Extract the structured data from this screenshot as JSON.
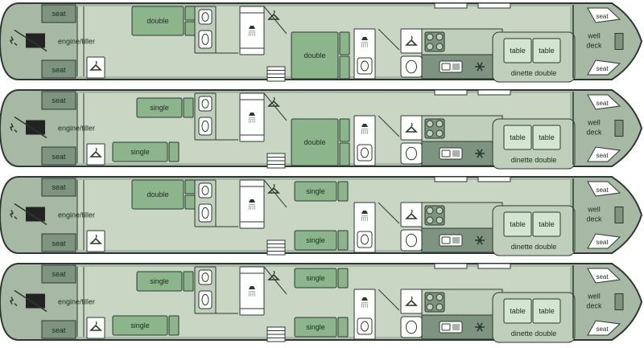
{
  "colors": {
    "hull": "#a7b9a4",
    "hull_dark": "#7f9480",
    "outline": "#2c3a30",
    "bed": "#8cb58c",
    "table": "#d4e6cf",
    "white": "#ffffff",
    "galley": "#bfcfbc",
    "floor": "#c9d6c4"
  },
  "labels": {
    "seat": "seat",
    "engine": "engine/tiller",
    "double": "double",
    "single": "single",
    "table": "table",
    "dinette": "dinette double",
    "well_deck_1": "well",
    "well_deck_2": "deck"
  },
  "icons": [
    "hanger-icon",
    "shower-icon",
    "toilet-icon",
    "basin-icon",
    "hob-icon",
    "sink-icon",
    "fridge-snowflake-icon",
    "steps-icon",
    "tiller-icon"
  ],
  "boats": [
    {
      "name": "layout-1",
      "cabin_a": "double",
      "cabin_b": "none",
      "cabin_c": "double",
      "cabin_d": "none",
      "lower_single": "none"
    },
    {
      "name": "layout-2",
      "cabin_a": "single",
      "cabin_b": "single",
      "cabin_c": "double",
      "cabin_d": "none",
      "lower_single": "single"
    },
    {
      "name": "layout-3",
      "cabin_a": "double",
      "cabin_b": "none",
      "cabin_c": "single-top",
      "cabin_d": "single-bottom",
      "lower_single": "none"
    },
    {
      "name": "layout-4",
      "cabin_a": "single",
      "cabin_b": "single",
      "cabin_c": "single-top",
      "cabin_d": "single-bottom",
      "lower_single": "single"
    }
  ]
}
